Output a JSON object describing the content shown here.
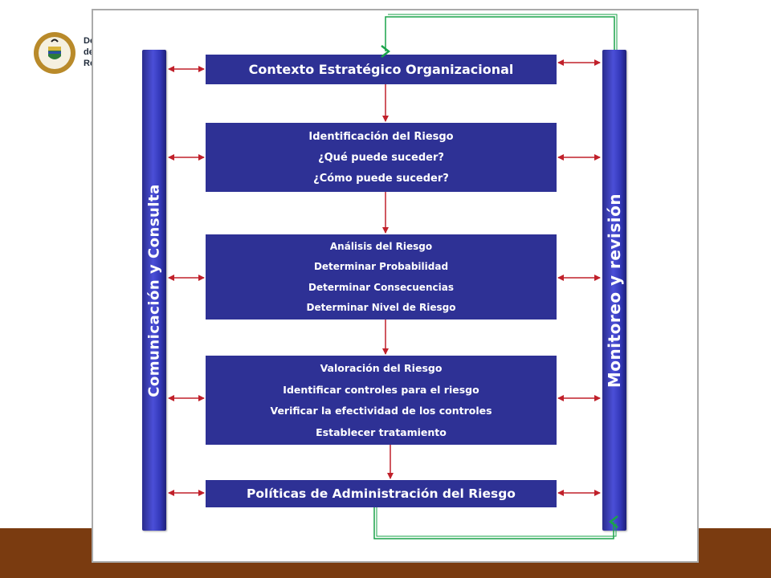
{
  "header": {
    "logo_icon": "coat-of-arms-icon",
    "logo_text_lines": [
      "De",
      "de",
      "Re"
    ]
  },
  "left_bar": {
    "label": "Comunicación y Consulta"
  },
  "right_bar": {
    "label": "Monitoreo y revisión"
  },
  "steps": [
    {
      "title": "Contexto Estratégico Organizacional",
      "lines": []
    },
    {
      "title": "Identificación del Riesgo",
      "lines": [
        "¿Qué puede suceder?",
        "¿Cómo puede suceder?"
      ]
    },
    {
      "title": "Análisis del Riesgo",
      "lines": [
        "Determinar Probabilidad",
        "Determinar Consecuencias",
        "Determinar Nivel de Riesgo"
      ]
    },
    {
      "title": "Valoración del Riesgo",
      "lines": [
        "Identificar controles para el riesgo",
        "Verificar la efectividad de los controles",
        "Establecer tratamiento"
      ]
    },
    {
      "title": "Políticas de Administración del Riesgo",
      "lines": []
    }
  ],
  "colors": {
    "box_fill": "#2e3195",
    "bar_fill": "#3b3fc4",
    "arrow_red": "#c0202a",
    "arrow_green": "#1aa34a",
    "bottom_band": "#7a3b10"
  }
}
